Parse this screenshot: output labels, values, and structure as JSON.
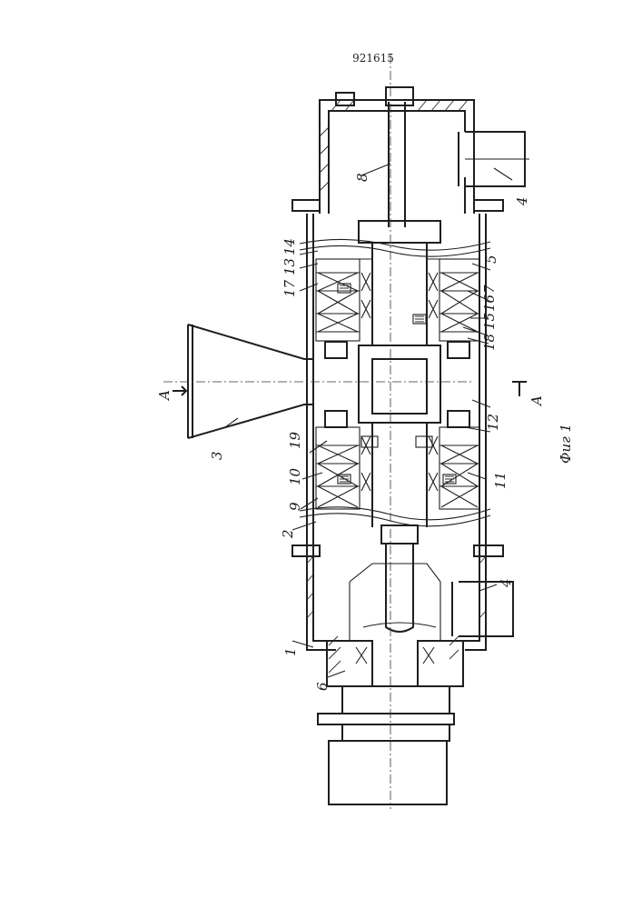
{
  "patent_number": "921615",
  "figure_caption": "Фиг 1",
  "section_label": "A",
  "part_labels": [
    "1",
    "2",
    "3",
    "4",
    "5",
    "6",
    "7",
    "8",
    "9",
    "10",
    "11",
    "12",
    "13",
    "14",
    "15",
    "16",
    "17",
    "18",
    "19"
  ]
}
